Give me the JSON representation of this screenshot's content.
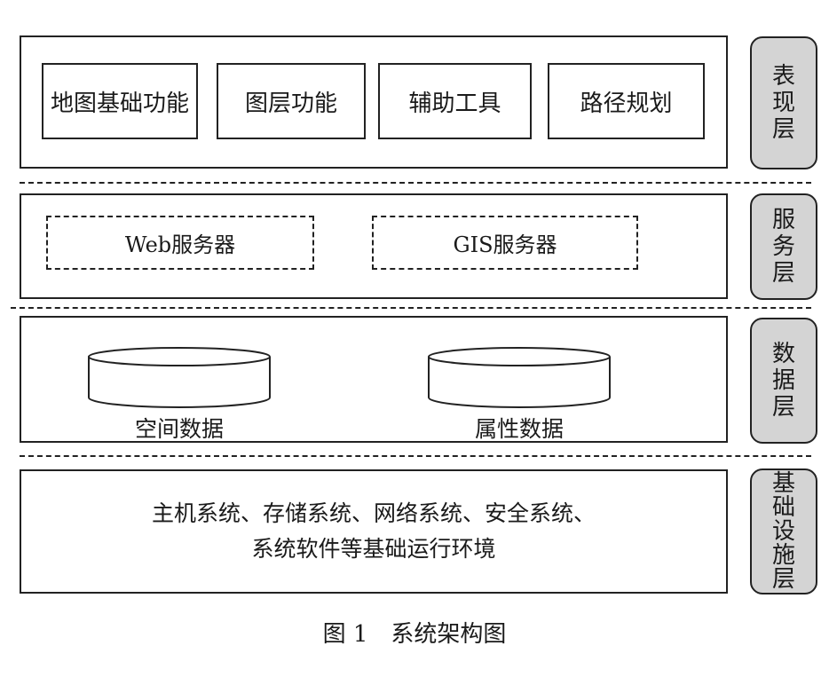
{
  "presentation_layer": {
    "items": [
      "地图基础功能",
      "图层功能",
      "辅助工具",
      "路径规划"
    ],
    "tag": "表现层"
  },
  "service_layer": {
    "items": [
      "Web服务器",
      "GIS服务器"
    ],
    "tag": "服务层"
  },
  "data_layer": {
    "items": [
      "空间数据",
      "属性数据"
    ],
    "tag": "数据层"
  },
  "infrastructure_layer": {
    "lines": [
      "主机系统、存储系统、网络系统、安全系统、",
      "系统软件等基础运行环境"
    ],
    "tag": "基础设施层"
  },
  "caption": "图 1　系统架构图"
}
